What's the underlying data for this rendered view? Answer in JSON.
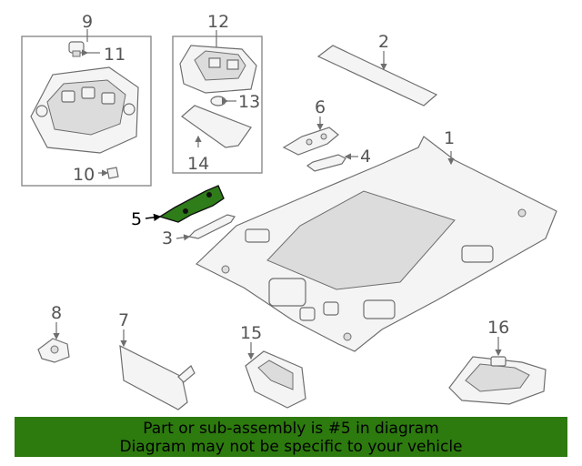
{
  "callouts": {
    "c1": "1",
    "c2": "2",
    "c3": "3",
    "c4": "4",
    "c5": "5",
    "c6": "6",
    "c7": "7",
    "c8": "8",
    "c9": "9",
    "c10": "10",
    "c11": "11",
    "c12": "12",
    "c13": "13",
    "c14": "14",
    "c15": "15",
    "c16": "16"
  },
  "highlight": {
    "part": "5",
    "color": "#2f7d1a"
  },
  "banner": {
    "line1": "Part or sub-assembly is #5 in diagram",
    "line2": "Diagram may not be specific to your vehicle",
    "background": "#2d7a0f"
  }
}
